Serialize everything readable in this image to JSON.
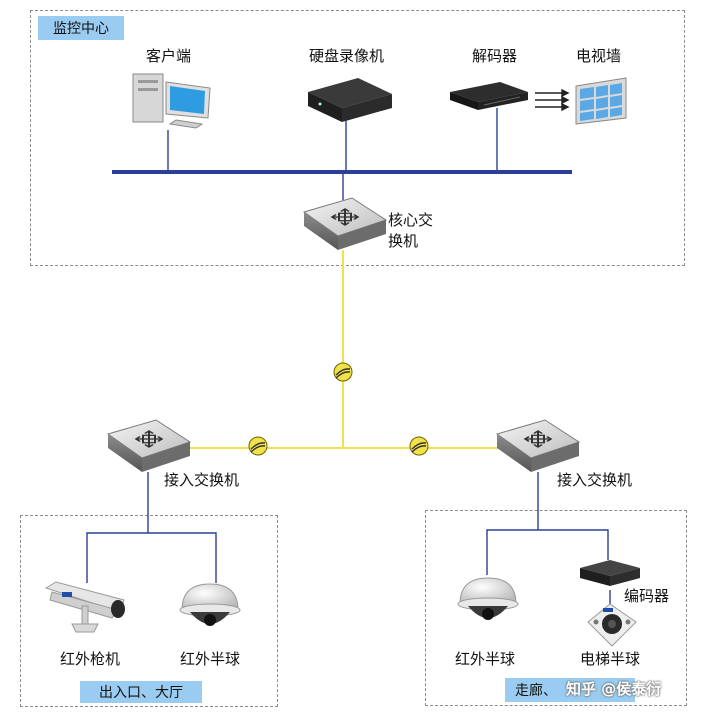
{
  "regions": {
    "monitor_center": "监控中心",
    "entrance": "出入口、大厅",
    "corridor": "走廊、"
  },
  "devices": {
    "client": "客户端",
    "nvr": "硬盘录像机",
    "decoder": "解码器",
    "video_wall": "电视墙",
    "core_switch": "核心交换机",
    "access_switch_left": "接入交换机",
    "access_switch_right": "接入交换机",
    "encoder": "编码器",
    "ir_bullet": "红外枪机",
    "ir_dome_left": "红外半球",
    "ir_dome_right": "红外半球",
    "elevator_dome": "电梯半球"
  },
  "watermark": "知乎 @侯泰衍",
  "colors": {
    "backbone": "#2b3f9a",
    "fiber": "#f2e24a",
    "link": "#2b3f9a",
    "tag_bg": "#99ccf0"
  }
}
